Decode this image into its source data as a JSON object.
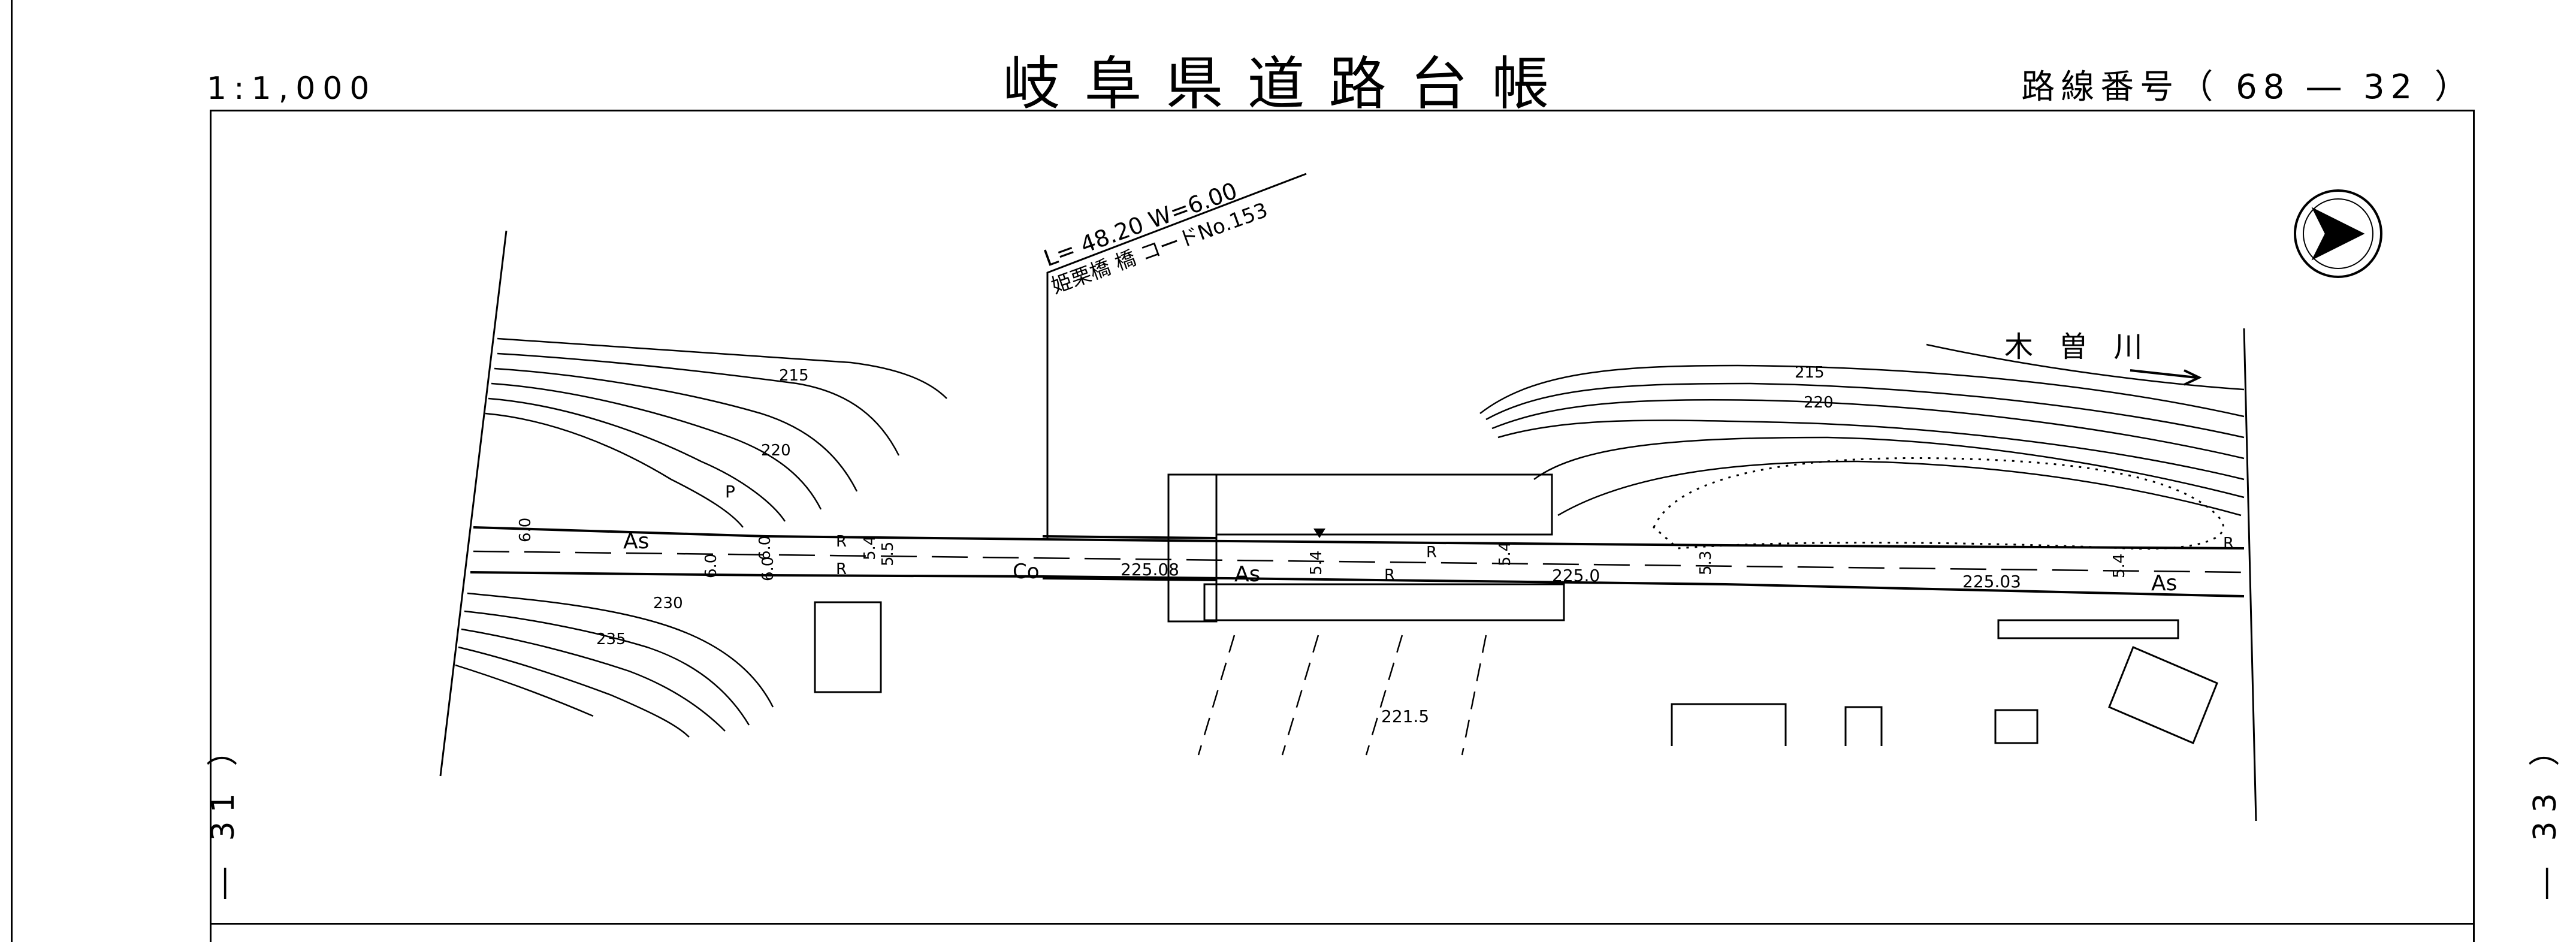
{
  "header": {
    "scale": "1:1,000",
    "title": "岐阜県道路台帳",
    "route_number": "路線番号（ 68 ― 32 ）"
  },
  "page_refs": {
    "left": "― 31 ）",
    "right": "― 33 ）"
  },
  "bridge": {
    "dimensions": "L= 48.20  W=6.00",
    "name_code": "姫栗橋  橋  コードNo.153"
  },
  "river": {
    "name": "木 曽 川"
  },
  "road": {
    "surface_asphalt": "As",
    "surface_concrete": "Co",
    "retaining_wall": "R",
    "parking": "P",
    "elevations": [
      "225.08",
      "225.0",
      "225.03",
      "221.5"
    ],
    "widths": [
      "6.0",
      "6.0",
      "6.0",
      "6.0",
      "5.4",
      "5.5",
      "5.4",
      "5.4",
      "5.3",
      "5.4"
    ]
  },
  "contours": [
    "215",
    "220",
    "230",
    "235",
    "215",
    "220"
  ],
  "icons": {
    "north_arrow": "north-arrow-icon",
    "benchmark": "benchmark-triangle-icon",
    "paddy": "paddy-field-icon"
  },
  "map_colors": {
    "line": "#000000",
    "paper": "#ffffff"
  }
}
